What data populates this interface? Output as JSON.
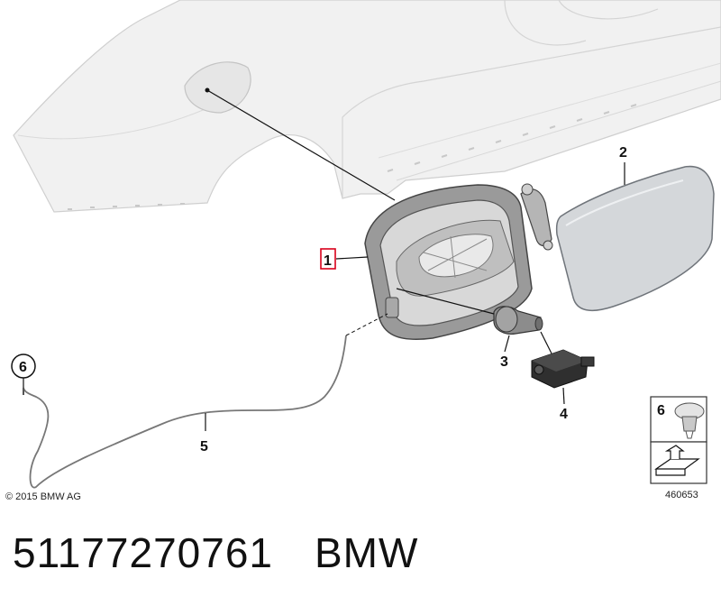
{
  "diagram": {
    "callouts": [
      {
        "id": "1",
        "label": "1"
      },
      {
        "id": "2",
        "label": "2"
      },
      {
        "id": "3",
        "label": "3"
      },
      {
        "id": "4",
        "label": "4"
      },
      {
        "id": "5",
        "label": "5"
      },
      {
        "id": "6",
        "label": "6"
      }
    ],
    "legend_box": {
      "label": "6"
    },
    "copyright": "© 2015 BMW AG",
    "diagram_number": "460653",
    "highlight_color": "#d9001b"
  },
  "footer": {
    "part_number": "51177270761",
    "brand": "BMW"
  }
}
